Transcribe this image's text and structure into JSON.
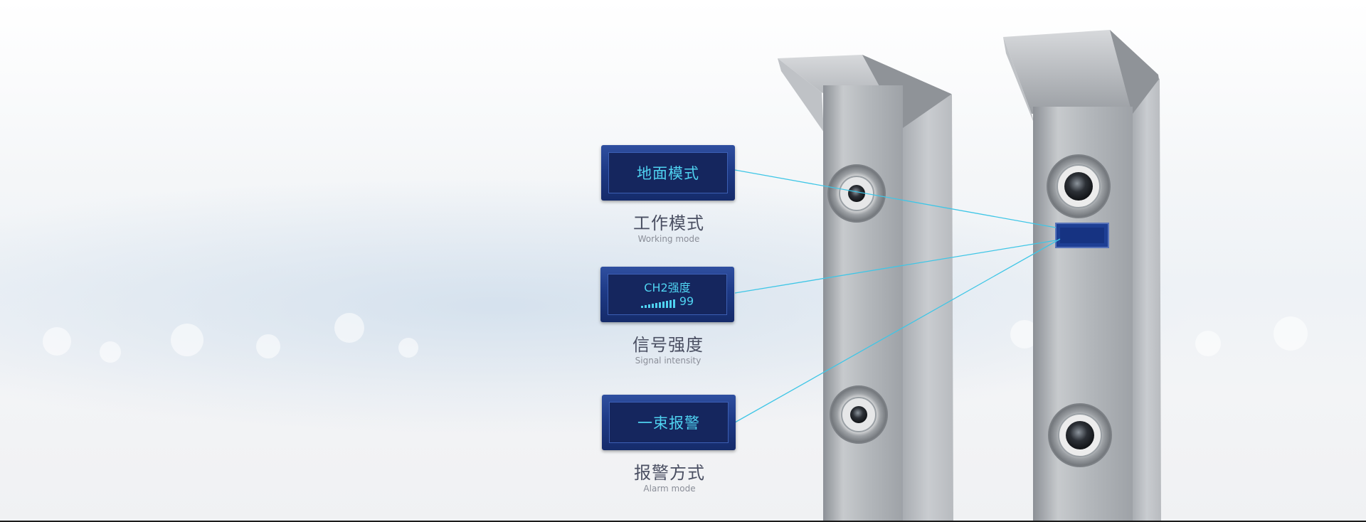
{
  "callouts": [
    {
      "screen_text": "地面模式",
      "caption": "工作模式",
      "caption_en": "Working mode"
    },
    {
      "screen_channel": "CH2强度",
      "screen_value": "99",
      "caption": "信号强度",
      "caption_en": "Signal intensity"
    },
    {
      "screen_text": "一束报警",
      "caption": "报警方式",
      "caption_en": "Alarm mode"
    }
  ],
  "colors": {
    "lcd_frame": "#1e3a86",
    "lcd_text": "#4fd2f0",
    "leader_line": "#3fc6e6",
    "caption": "#4a4f62"
  }
}
